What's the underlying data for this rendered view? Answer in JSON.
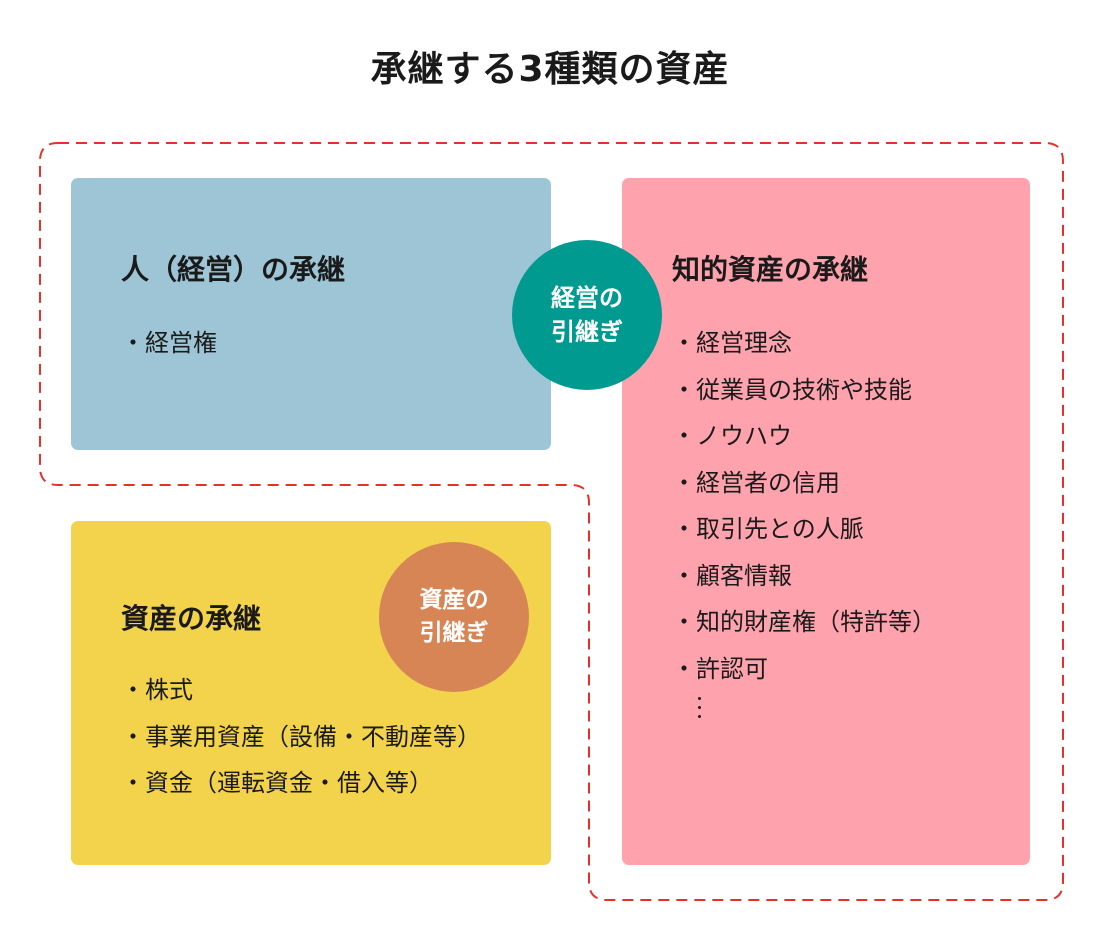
{
  "title": "承継する3種類の資産",
  "colors": {
    "people_box": "#9dc5d6",
    "ip_box": "#fea2ad",
    "assets_box": "#f3d34b",
    "mgmt_circle": "#009a91",
    "asset_circle": "#d88556",
    "dashed_outline": "#e8302a"
  },
  "people": {
    "heading": "人（経営）の承継",
    "items": [
      "経営権"
    ]
  },
  "ip": {
    "heading": "知的資産の承継",
    "items": [
      "経営理念",
      "従業員の技術や技能",
      "ノウハウ",
      "経営者の信用",
      "取引先との人脈",
      "顧客情報",
      "知的財産権（特許等）",
      "許認可"
    ],
    "more": "⋮"
  },
  "assets": {
    "heading": "資産の承継",
    "items": [
      "株式",
      "事業用資産（設備・不動産等）",
      "資金（運転資金・借入等）"
    ]
  },
  "mgmt_circle": {
    "line1": "経営の",
    "line2": "引継ぎ"
  },
  "asset_circle": {
    "line1": "資産の",
    "line2": "引継ぎ"
  }
}
